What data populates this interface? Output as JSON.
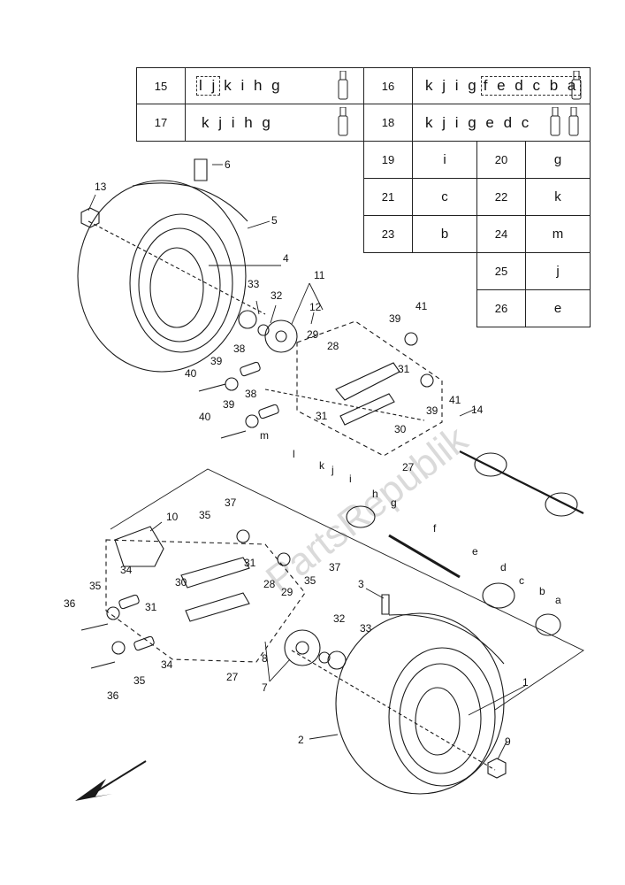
{
  "table": {
    "rows": [
      {
        "num_a": "15",
        "letters_a_boxed": "l j",
        "letters_a": "k i h g",
        "num_b": "16",
        "letters_b_plain": "k j i g",
        "letters_b_boxed": "f e d c b a"
      },
      {
        "num_a": "17",
        "letters_a": "k j i h g",
        "num_b": "18",
        "letters_b": "k j i g e d c"
      }
    ],
    "pairs": [
      {
        "num": "19",
        "letter": "i"
      },
      {
        "num": "20",
        "letter": "g"
      },
      {
        "num": "21",
        "letter": "c"
      },
      {
        "num": "22",
        "letter": "k"
      },
      {
        "num": "23",
        "letter": "b"
      },
      {
        "num": "24",
        "letter": "m"
      },
      {
        "num": "25",
        "letter": "j"
      },
      {
        "num": "26",
        "letter": "e"
      }
    ]
  },
  "callouts": [
    "1",
    "2",
    "3",
    "4",
    "5",
    "6",
    "7",
    "8",
    "9",
    "10",
    "11",
    "12",
    "13",
    "14",
    "27",
    "28",
    "29",
    "30",
    "31",
    "32",
    "33",
    "34",
    "35",
    "36",
    "37",
    "38",
    "39",
    "40",
    "41",
    "a",
    "b",
    "c",
    "d",
    "e",
    "f",
    "g",
    "h",
    "i",
    "j",
    "k",
    "l",
    "m"
  ],
  "watermark": "PartsRepublik",
  "colors": {
    "line": "#1a1a1a",
    "watermark": "#9a9a9a"
  }
}
